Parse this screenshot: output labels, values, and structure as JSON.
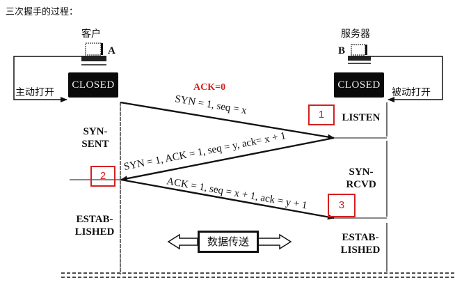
{
  "title": "三次握手的过程：",
  "client": {
    "label": "客户",
    "letter": "A",
    "initial_state": "CLOSED",
    "open_action": "主动打开"
  },
  "server": {
    "label": "服务器",
    "letter": "B",
    "initial_state": "CLOSED",
    "open_action": "被动打开"
  },
  "client_states": [
    "SYN-\nSENT",
    "ESTAB-\nLISHED"
  ],
  "server_states": [
    "LISTEN",
    "SYN-\nRCVD",
    "ESTAB-\nLISHED"
  ],
  "annotation": {
    "text": "ACK=0",
    "color": "#d42020"
  },
  "messages": [
    {
      "label": "SYN = 1, seq = x",
      "direction": "client-to-server"
    },
    {
      "label": "SYN = 1, ACK = 1, seq = y, ack= x + 1",
      "direction": "server-to-client"
    },
    {
      "label": "ACK = 1, seq = x + 1, ack = y + 1",
      "direction": "client-to-server"
    }
  ],
  "steps": [
    "1",
    "2",
    "3"
  ],
  "data_transfer": "数据传送",
  "colors": {
    "accent": "#d42020",
    "ink": "#111111",
    "closed_bg": "#0a0a0a"
  }
}
